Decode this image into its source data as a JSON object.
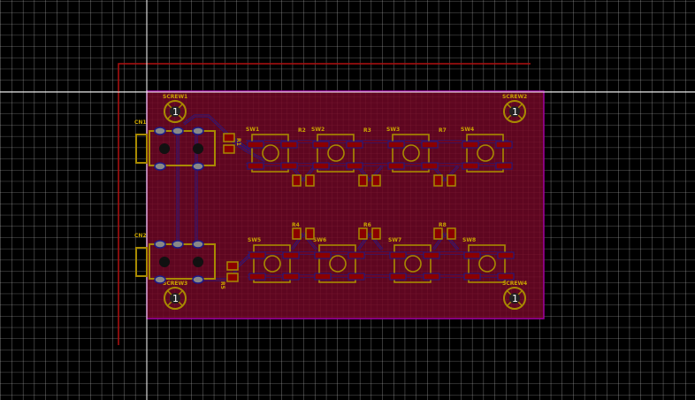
{
  "colors": {
    "board": "#5e0620",
    "copper": "#8a0000",
    "silk": "#a88a00",
    "trace": "#1a1a8a",
    "edge": "#a000a0",
    "grid": "#ffffff",
    "outline": "#b01010"
  },
  "screws": [
    {
      "ref": "SCREW1",
      "pin": "1"
    },
    {
      "ref": "SCREW2",
      "pin": "1"
    },
    {
      "ref": "SCREW3",
      "pin": "1"
    },
    {
      "ref": "SCREW4",
      "pin": "1"
    }
  ],
  "connectors": [
    {
      "ref": "CN1"
    },
    {
      "ref": "CN2"
    }
  ],
  "switches": [
    {
      "ref": "SW1"
    },
    {
      "ref": "SW2"
    },
    {
      "ref": "SW3"
    },
    {
      "ref": "SW4"
    },
    {
      "ref": "SW5"
    },
    {
      "ref": "SW6"
    },
    {
      "ref": "SW7"
    },
    {
      "ref": "SW8"
    }
  ],
  "resistors": [
    {
      "ref": "R2"
    },
    {
      "ref": "R3"
    },
    {
      "ref": "R7"
    },
    {
      "ref": "R4"
    },
    {
      "ref": "R6"
    },
    {
      "ref": "R8"
    },
    {
      "ref": "R1"
    },
    {
      "ref": "R5"
    }
  ]
}
